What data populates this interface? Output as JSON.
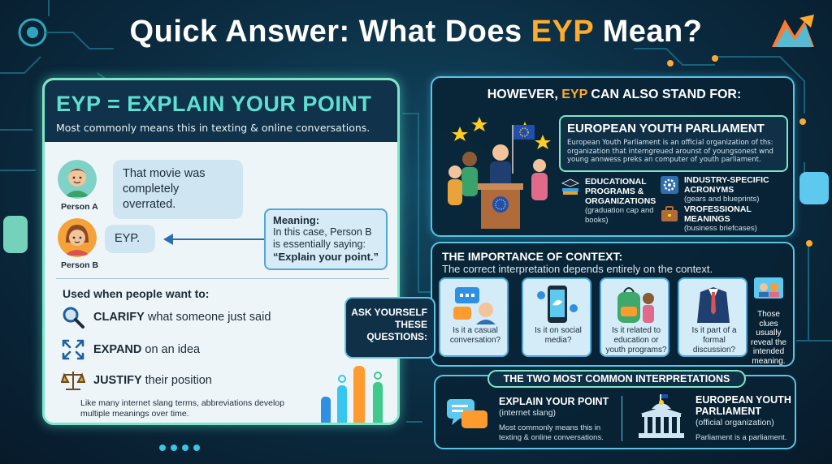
{
  "title": {
    "prefix": "Quick Answer: What Does ",
    "accent": "EYP",
    "suffix": " Mean?"
  },
  "colors": {
    "accent": "#ffab2e",
    "teal": "#5de0d2",
    "panel_border": "#58c4e6",
    "card_bg": "#d4ecf7"
  },
  "left": {
    "heading": "EYP = EXPLAIN YOUR POINT",
    "subheading": "Most commonly means this in texting & online conversations.",
    "person_a": {
      "label": "Person A",
      "message": "That movie was completely overrated."
    },
    "person_b": {
      "label": "Person B",
      "message": "EYP."
    },
    "meaning": {
      "title": "Meaning:",
      "body": "In this case, Person B is essentially saying:",
      "quote": "“Explain your point.”"
    },
    "used_title": "Used when people want to:",
    "uses": [
      {
        "icon": "magnifier-icon",
        "verb": "CLARIFY",
        "rest": " what someone just said"
      },
      {
        "icon": "expand-arrows-icon",
        "verb": "EXPAND",
        "rest": " on an idea"
      },
      {
        "icon": "scales-icon",
        "verb": "JUSTIFY",
        "rest": " their position"
      }
    ],
    "footnote": "Like many internet slang terms, abbreviations develop multiple meanings over time."
  },
  "right_top": {
    "title_prefix": "HOWEVER, ",
    "title_accent": "EYP",
    "title_suffix": " CAN ALSO STAND FOR:",
    "ep": {
      "heading": "EUROPEAN YOUTH PARLIAMENT",
      "body": "European Youth Parliament is an official organization of ths: organization that interngreued arounst of youngsonest wnd young annwess preks an computer of youth parliament."
    },
    "others": [
      {
        "icon": "books-icon",
        "title": "EDUCATIONAL PROGRAMS & ORGANIZATIONS",
        "desc": "(graduation cap and books)"
      },
      {
        "icon": "gears-icon",
        "title": "INDUSTRY-SPECIFIC ACRONYMS",
        "desc": "(gears and blueprints)"
      },
      {
        "icon": "briefcase-icon",
        "title": "VROFESSIONAL MEANINGS",
        "desc": "(business briefcases)"
      }
    ]
  },
  "context": {
    "title": "THE IMPORTANCE OF CONTEXT:",
    "subtitle": "The correct interpretation depends entirely on the context.",
    "ask": [
      "ASK YOURSELF",
      "THESE",
      "QUESTIONS:"
    ],
    "questions": [
      {
        "icon": "chat-bubbles-icon",
        "text": "Is it a casual conversation?"
      },
      {
        "icon": "smartphone-icon",
        "text": "Is it on social media?"
      },
      {
        "icon": "backpack-icon",
        "text": "Is it related to education or youth programs?"
      },
      {
        "icon": "suit-icon",
        "text": "Is it part of a formal discussion?"
      }
    ],
    "clue": "Those clues usually reveal the intended meaning."
  },
  "bottom": {
    "title": "THE TWO MOST COMMON INTERPRETATIONS",
    "left": {
      "heading": "EXPLAIN YOUR POINT",
      "sub": "(internet slang)",
      "desc": "Most commonly means this in texting & online conversations."
    },
    "right": {
      "heading": "EUROPEAN YOUTH PARLIAMENT",
      "sub": "(official organization)",
      "desc": "Parliament is a parliament."
    }
  }
}
